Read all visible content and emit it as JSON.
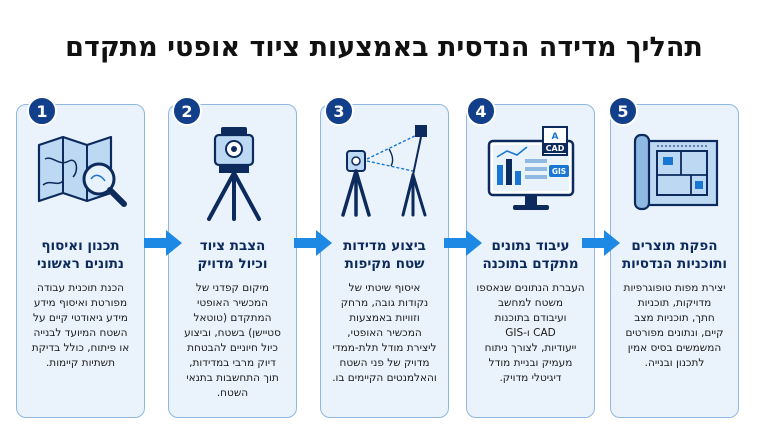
{
  "title": "תהליך מדידה הנדסית באמצעות ציוד אופטי מתקדם",
  "colors": {
    "accent": "#1976d2",
    "badge": "#123f8a",
    "card_bg": "#eaf3fc",
    "card_border": "#8fb9e3"
  },
  "steps": [
    {
      "number": "1",
      "title_line1": "תכנון ואיסוף",
      "title_line2": "נתונים ראשוני",
      "desc_lines": [
        "הכנת תוכנית עבודה",
        "מפורטת ואיסוף מידע",
        "מידע גיאודטי קיים על",
        "השטח המיועד לבנייה",
        "או פיתוח, כולל בדיקת",
        "תשתיות קיימות."
      ],
      "icon": "map-magnifier-icon"
    },
    {
      "number": "2",
      "title_line1": "הצבת ציוד",
      "title_line2": "וכיול מדויק",
      "desc_lines": [
        "מיקום קפדני של",
        "המכשיר האופטי",
        "המתקדם (טוטאל",
        "סטיישן) בשטח, וביצוע",
        "כיול חיוניים להבטחת",
        "דיוק מרבי במדידות,",
        "תוך התחשבות בתנאי",
        "השטח."
      ],
      "icon": "total-station-icon"
    },
    {
      "number": "3",
      "title_line1": "ביצוע מדידות",
      "title_line2": "שטח מקיפות",
      "desc_lines": [
        "איסוף שיטתי של",
        "נקודות גובה, מרחק",
        "וזוויות באמצעות",
        "המכשיר האופטי,",
        "ליצירת מודל תלת-ממדי",
        "מדויק של פני השטח",
        "והאלמנטים הקיימים בו."
      ],
      "icon": "survey-measurement-icon"
    },
    {
      "number": "4",
      "title_line1": "עיבוד נתונים",
      "title_line2": "מתקדם בתוכנה",
      "desc_lines": [
        "העברת הנתונים שנאספו",
        "משטח למחשב",
        "ועיבודם בתוכנות",
        "CAD ו-GIS",
        "ייעודיות, לצורך ניתוח",
        "מעמיק ובניית מודל",
        "דיגיטלי מדויק."
      ],
      "icon": "computer-cad-gis-icon"
    },
    {
      "number": "5",
      "title_line1": "הפקת תוצרים",
      "title_line2": "ותוכניות הנדסיות",
      "desc_lines": [
        "יצירת מפות טופוגרפיות",
        "מדויקות, תוכניות",
        "חתך, תוכניות מצב",
        "קיים, ונתונים מפורטים",
        "המשמשים בסיס אמין",
        "לתכנון ובנייה."
      ],
      "icon": "blueprint-plan-icon"
    }
  ],
  "icon_labels": {
    "cad": "CAD",
    "gis": "GIS"
  }
}
